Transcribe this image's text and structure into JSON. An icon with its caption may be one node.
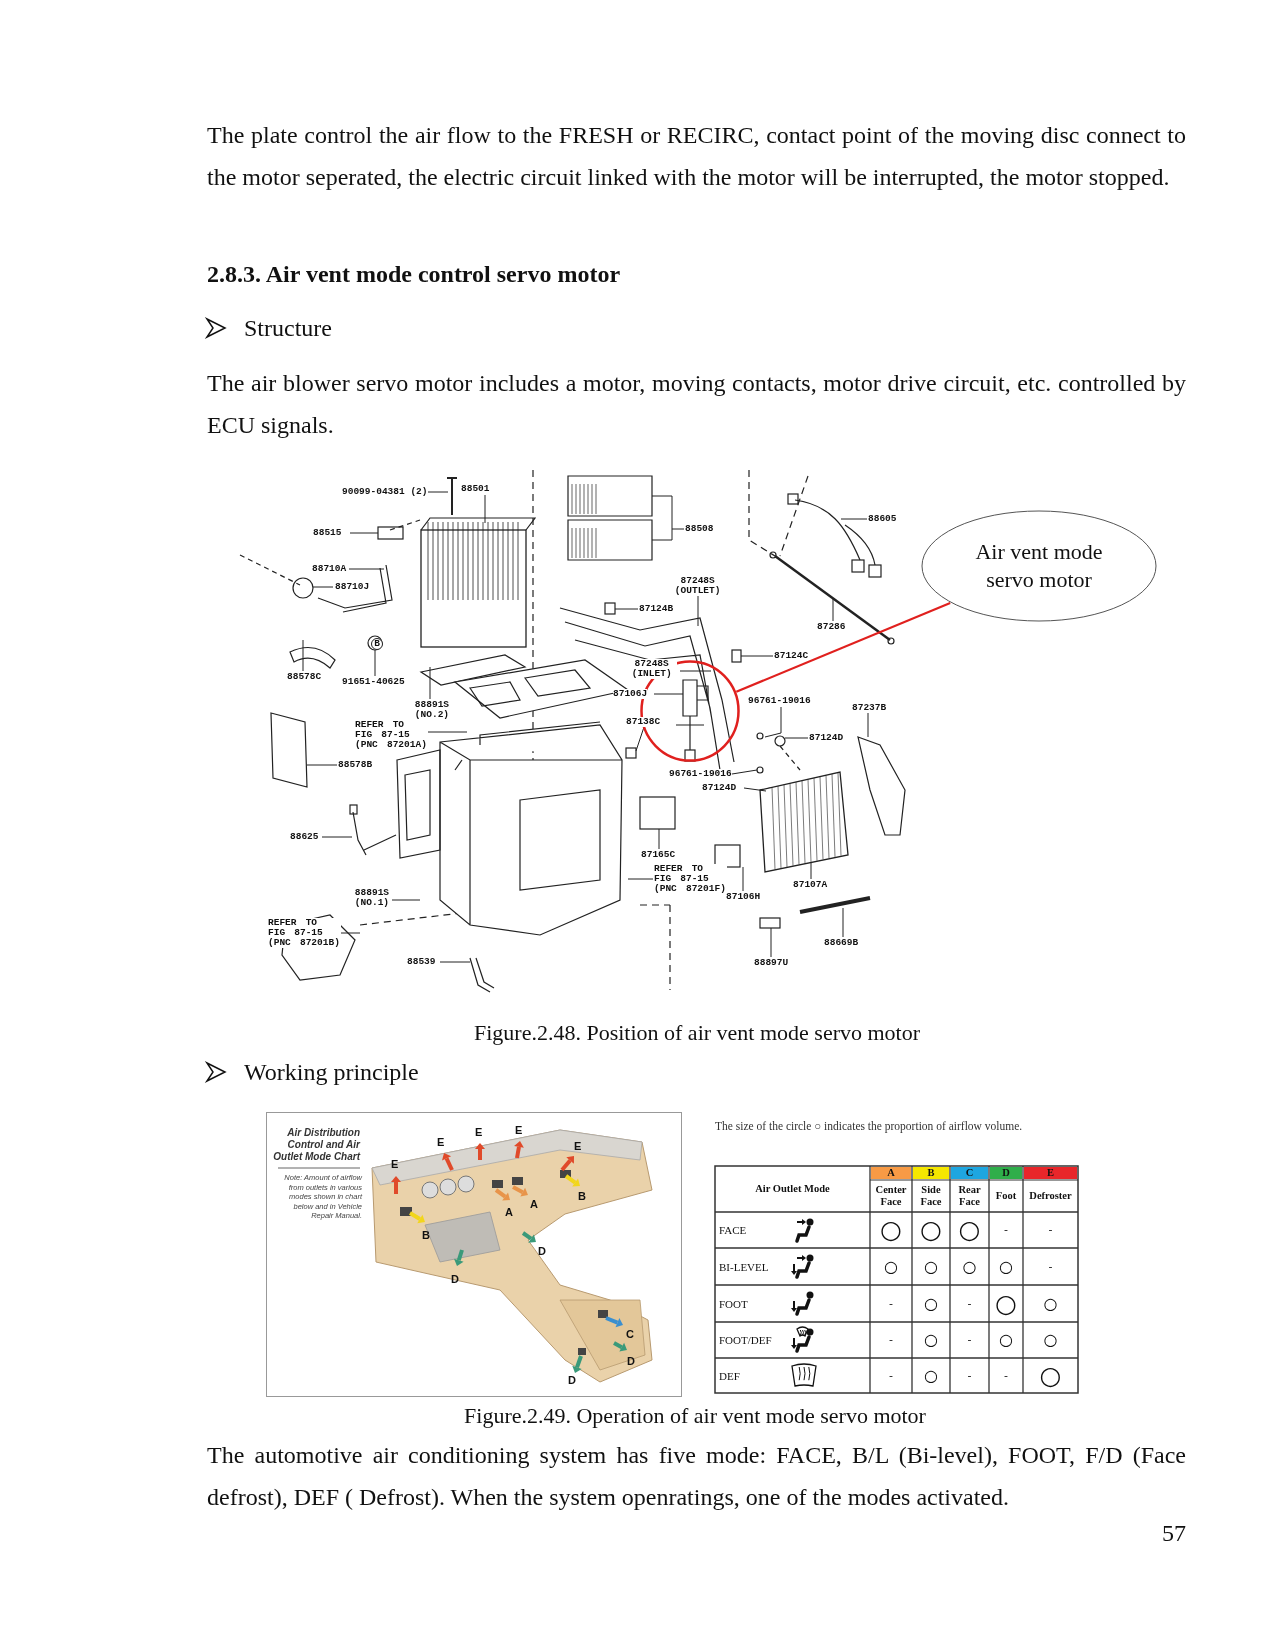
{
  "diagram": {
    "nodes": [
      {
        "text": [
          "Air vent mode servo motor"
        ]
      },
      {
        "text": [],
        "shape": "circle"
      }
    ],
    "edges": [
      {
        "from": 0,
        "to": 1,
        "arrow": "none",
        "color": "#e0201e"
      }
    ],
    "labels": [
      "The plate control the air flow to the FRESH or RECIRC, contact point of the moving disc connect to the motor seperated, the electric circuit linked with the motor will be interrupted, the motor stopped.",
      "2.8.3. Air vent mode control servo motor",
      "Structure",
      "The air blower servo motor includes a motor, moving contacts, motor drive circuit, etc. controlled by ECU signals.",
      "90099-04381 (2)",
      "88501",
      "88515",
      "88710A",
      "88710J",
      "88578C",
      "B",
      "91651-40625",
      "88891S (NO.2)",
      "REFER TO FIG 87-15 (PNC 87201A)",
      "88578B",
      "88625",
      "88891S (NO.1)",
      "REFER TO FIG 87-15 (PNC 87201B)",
      "88539",
      "88508",
      "87248S (OUTLET)",
      "87124B",
      "87248S (INLET)",
      "87106J",
      "87138C",
      "96761-19016",
      "87124C",
      "88605",
      "87286",
      "87237B",
      "87124D",
      "96761-19016",
      "87124D",
      "87165C",
      "REFER TO FIG 87-15 (PNC 87201F)",
      "87107A",
      "87106H",
      "88669B",
      "88897U",
      "Figure.2.48. Position of air vent mode servo motor",
      "Working principle",
      "Air Distribution Control and Air Outlet Mode Chart",
      "Note: Amount of airflow from outlets in various modes shown in chart below and in Vehicle Repair Manual.",
      "E",
      "E",
      "E",
      "E",
      "E",
      "B",
      "A",
      "A",
      "B",
      "D",
      "D",
      "C",
      "D",
      "D",
      "The size of the circle ○ indicates the proportion of airflow volume.",
      "Air Outlet Mode",
      "A",
      "B",
      "C",
      "D",
      "E",
      "Center Face",
      "Side Face",
      "Rear Face",
      "Foot",
      "Defroster",
      "FACE",
      "○",
      "○",
      "○",
      "-",
      "-",
      "BI-LEVEL",
      "○",
      "○",
      "○",
      "○",
      "-",
      "FOOT",
      "-",
      "○",
      "-",
      "○",
      "○",
      "FOOT/DEF",
      "-",
      "○",
      "-",
      "○",
      "○",
      "DEF",
      "-",
      "○",
      "-",
      "-",
      "○",
      "Figure.2.49. Operation of air vent mode servo motor",
      "The automotive air conditioning system has five mode: FACE, B/L (Bi-level), FOOT, F/D (Face defrost), DEF ( Defrost). When the system openratings, one of the modes activated.",
      "57"
    ]
  }
}
